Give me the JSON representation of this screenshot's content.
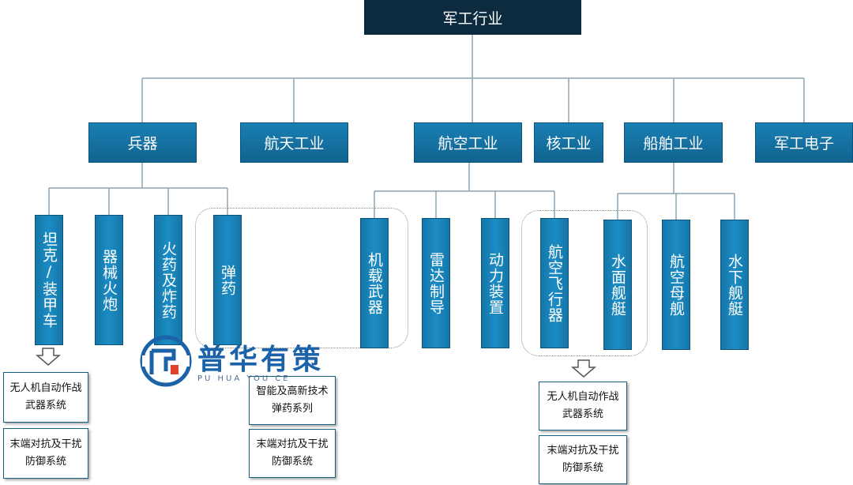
{
  "root": "军工行业",
  "categories": [
    "兵器",
    "航天工业",
    "航空工业",
    "核工业",
    "船舶工业",
    "军工电子"
  ],
  "weapons_subs": [
    "坦克/装甲车",
    "器械火炮",
    "火药及炸药",
    "弹药"
  ],
  "aviation_subs": [
    "机载武器",
    "雷达制导",
    "动力装置",
    "航空飞行器"
  ],
  "ship_subs": [
    "水面舰艇",
    "航空母舰",
    "水下舰艇"
  ],
  "notes": {
    "tank_1": "无人机自动作战武器系统",
    "tank_2": "末端对抗及干扰防御系统",
    "ammo_1": "智能及高新技术弹药系列",
    "ammo_2": "末端对抗及干扰防御系统",
    "aircraft_1": "无人机自动作战武器系统",
    "aircraft_2": "末端对抗及干扰防御系统"
  },
  "watermark": {
    "title": "普华有策",
    "subtitle": "PU HUA YOU CE"
  },
  "colors": {
    "root": "#0d2b3e",
    "box": "#1a7fb3",
    "line": "#8aa4b4",
    "watermark": "#1b62a8"
  }
}
